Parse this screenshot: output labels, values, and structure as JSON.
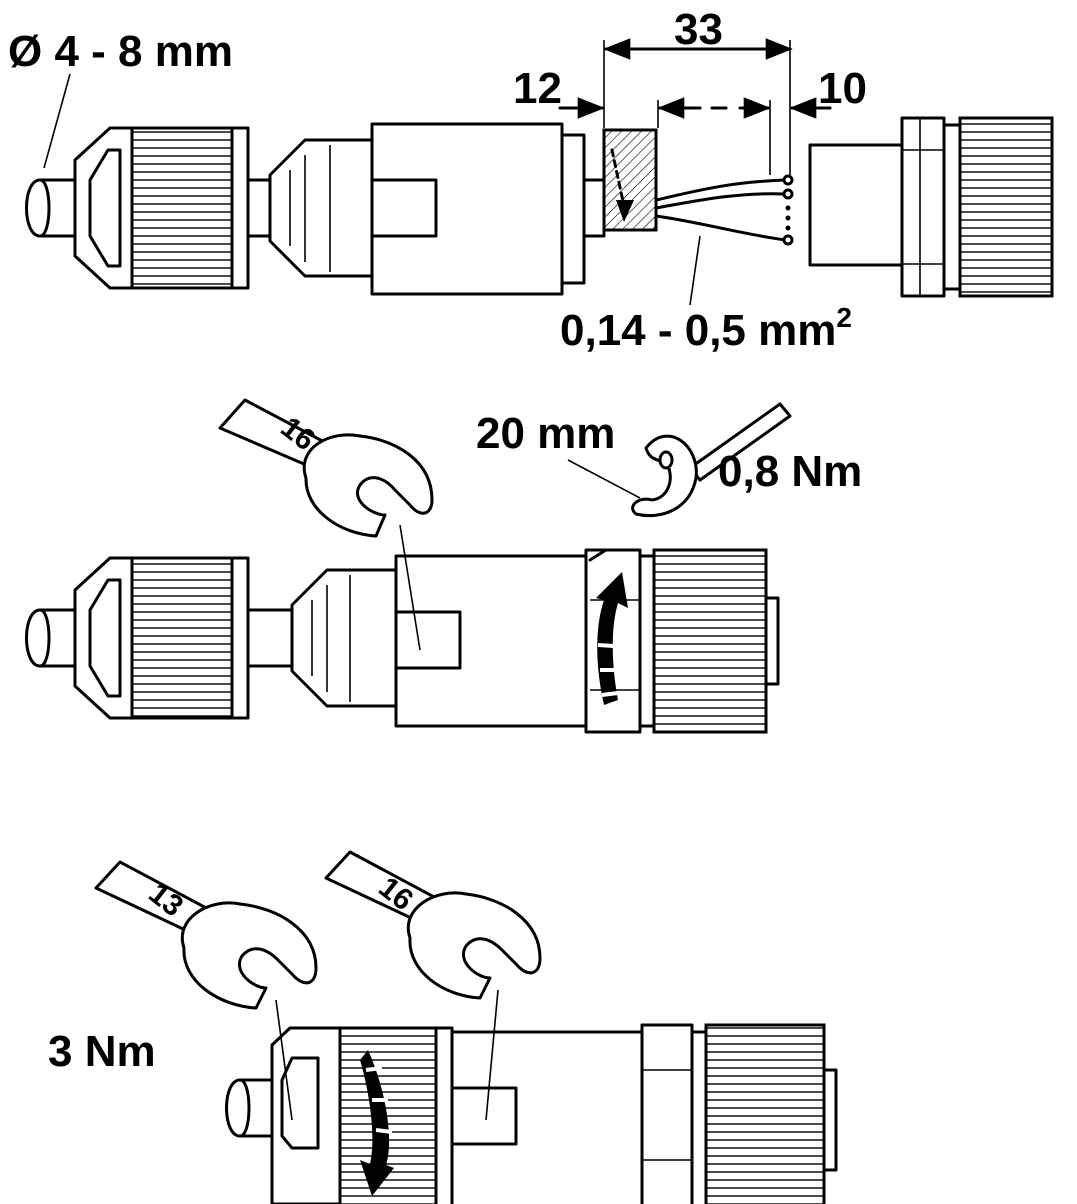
{
  "step1": {
    "cable_diameter": "Ø 4 - 8 mm",
    "dim_total": "33",
    "dim_left": "12",
    "dim_right": "10",
    "wire_cross_section": "0,14 - 0,5 mm",
    "wire_cross_section_exp": "2"
  },
  "step2": {
    "wrench_size": "16",
    "torque_tool_size": "20 mm",
    "torque": "0,8 Nm"
  },
  "step3": {
    "wrench_left_size": "13",
    "wrench_right_size": "16",
    "torque": "3 Nm"
  },
  "icons": [
    "wrench-icon",
    "torque-key-icon",
    "rotation-arrow-icon",
    "dimension-arrow-icon"
  ],
  "colors": {
    "line": "#000000",
    "background": "#ffffff"
  }
}
